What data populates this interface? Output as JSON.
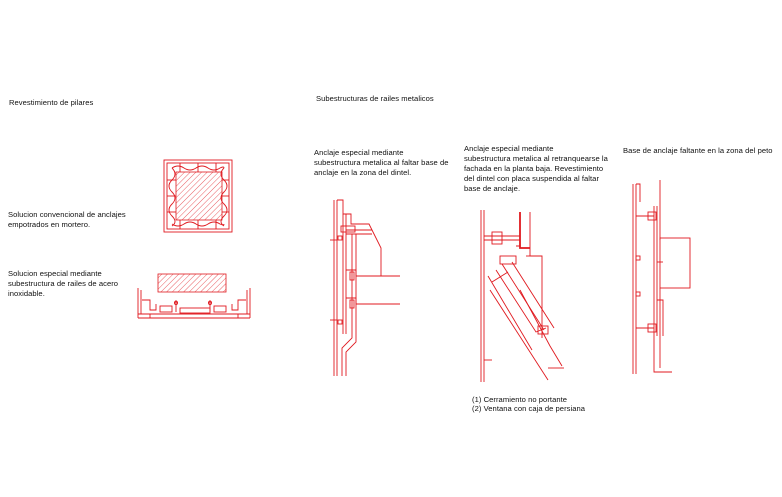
{
  "labels": {
    "revestimiento_pilares": "Revestimiento de pilares",
    "subestructuras": "Subestructuras de railes metalicos",
    "solucion_convencional": [
      "Solucion convencional de anclajes",
      "empotrados en mortero."
    ],
    "solucion_especial": [
      "Solucion especial mediante",
      "subestructura de railes de acero",
      "inoxidable."
    ],
    "anclaje_dintel": [
      "Anclaje especial mediante",
      "subestructura metalica al faltar base de",
      "anclaje en la zona del dintel."
    ],
    "anclaje_fachada": [
      "Anclaje especial mediante",
      "subestructura metalica al retranquearse la",
      "fachada en la planta baja. Revestimiento",
      "del dintel con placa suspendida al faltar",
      "base de anclaje."
    ],
    "base_anclaje": "Base de anclaje faltante en la zona del peto",
    "nota_1": "(1) Cerramiento no portante",
    "nota_2": "(2) Ventana con caja de persiana"
  },
  "colors": {
    "line": "#e0191f",
    "text": "#111111",
    "background": "#ffffff"
  }
}
